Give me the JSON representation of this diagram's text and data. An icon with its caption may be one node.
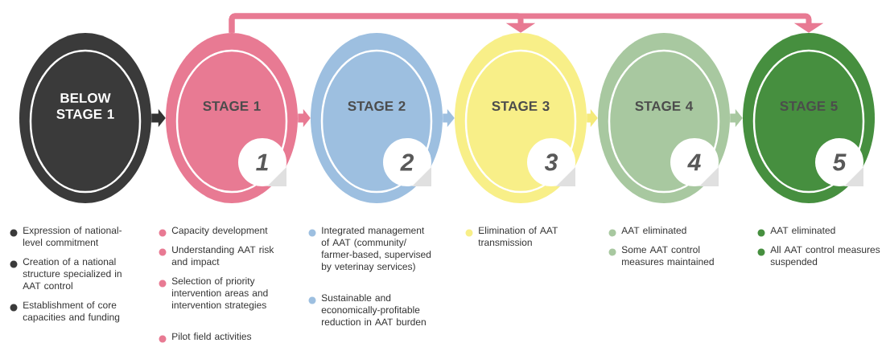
{
  "diagram": {
    "nodes": [
      {
        "text": [
          "BELOW STAGE 1"
        ],
        "beside": [
          "Expression of national-level commitment",
          "Creation of a national structure specialized in AAT control",
          "Establishment of core capacities and funding"
        ]
      },
      {
        "text": [
          "STAGE 1",
          "1"
        ],
        "beside": [
          "Capacity development",
          "Understanding AAT risk and impact",
          "Selection of priority intervention areas and intervention strategies",
          "Pilot field activities"
        ]
      },
      {
        "text": [
          "STAGE 2",
          "2"
        ],
        "beside": [
          "Integrated management of AAT (community/ farmer-based, supervised by veterinay services)",
          "Sustainable and economically-profitable reduction in AAT burden"
        ]
      },
      {
        "text": [
          "STAGE 3",
          "3"
        ],
        "beside": [
          "Elimination of AAT transmission"
        ]
      },
      {
        "text": [
          "STAGE 4",
          "4"
        ],
        "beside": [
          "AAT eliminated",
          "Some AAT control measures maintained"
        ]
      },
      {
        "text": [
          "STAGE 5",
          "5"
        ],
        "beside": [
          "AAT eliminated",
          "All AAT control measures suspended"
        ]
      }
    ],
    "edges": [
      {
        "from": 0,
        "to": 1,
        "arrow": "to",
        "color": "#333333"
      },
      {
        "from": 1,
        "to": 2,
        "arrow": "to",
        "color": "#e87a93"
      },
      {
        "from": 2,
        "to": 3,
        "arrow": "to",
        "color": "#9dbfe0"
      },
      {
        "from": 3,
        "to": 4,
        "arrow": "to",
        "color": "#f5ea7a"
      },
      {
        "from": 4,
        "to": 5,
        "arrow": "to",
        "color": "#a8c8a0"
      },
      {
        "from": 1,
        "to": 3,
        "arrow": "to",
        "color": "#e87a93"
      },
      {
        "from": 1,
        "to": 5,
        "arrow": "to",
        "color": "#e87a93"
      }
    ]
  }
}
